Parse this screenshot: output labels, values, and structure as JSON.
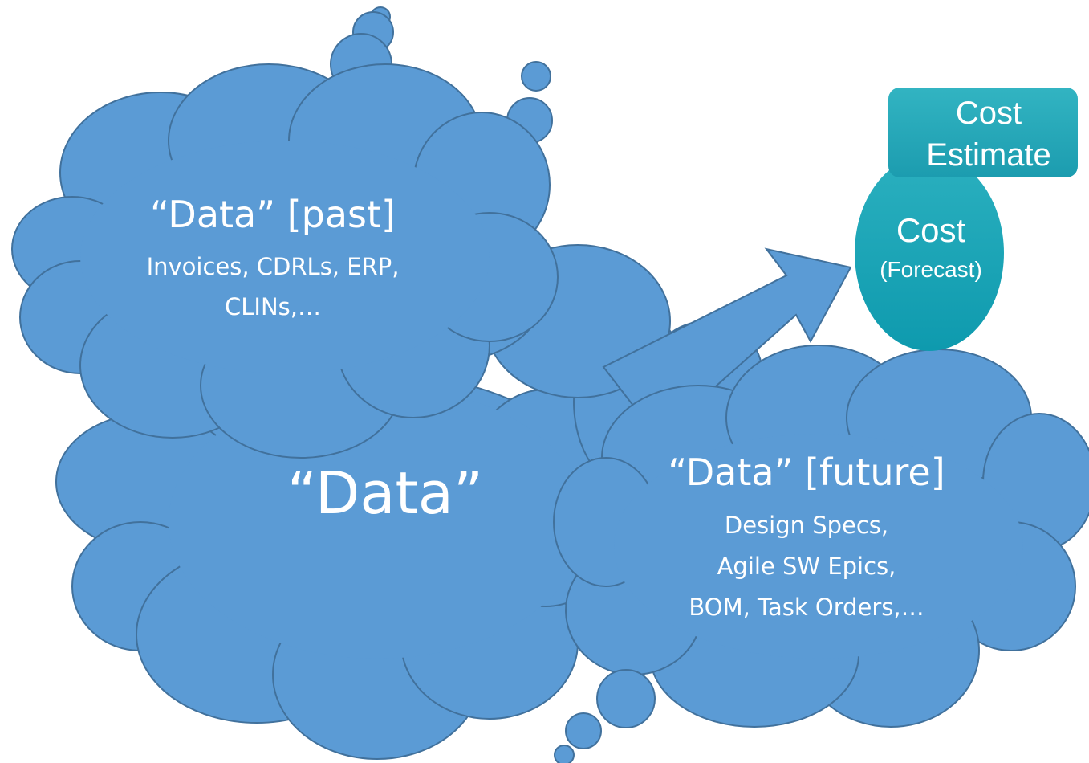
{
  "colors": {
    "cloud_fill": "#5B9BD5",
    "cloud_stroke": "#41719C",
    "text": "#FFFFFF",
    "ellipse_fill": "#1CA4B6",
    "box_fill": "#20A3B5"
  },
  "main_cloud": {
    "label": "“Data”"
  },
  "past_cloud": {
    "title": "“Data” [past]",
    "line1": "Invoices, CDRLs, ERP,",
    "line2": "CLINs,…"
  },
  "future_cloud": {
    "title": "“Data” [future]",
    "line1": "Design Specs,",
    "line2": "Agile SW Epics,",
    "line3": "BOM, Task Orders,…"
  },
  "cost_ellipse": {
    "title": "Cost",
    "subtitle": "(Forecast)"
  },
  "cost_box": {
    "line1": "Cost",
    "line2": "Estimate"
  }
}
